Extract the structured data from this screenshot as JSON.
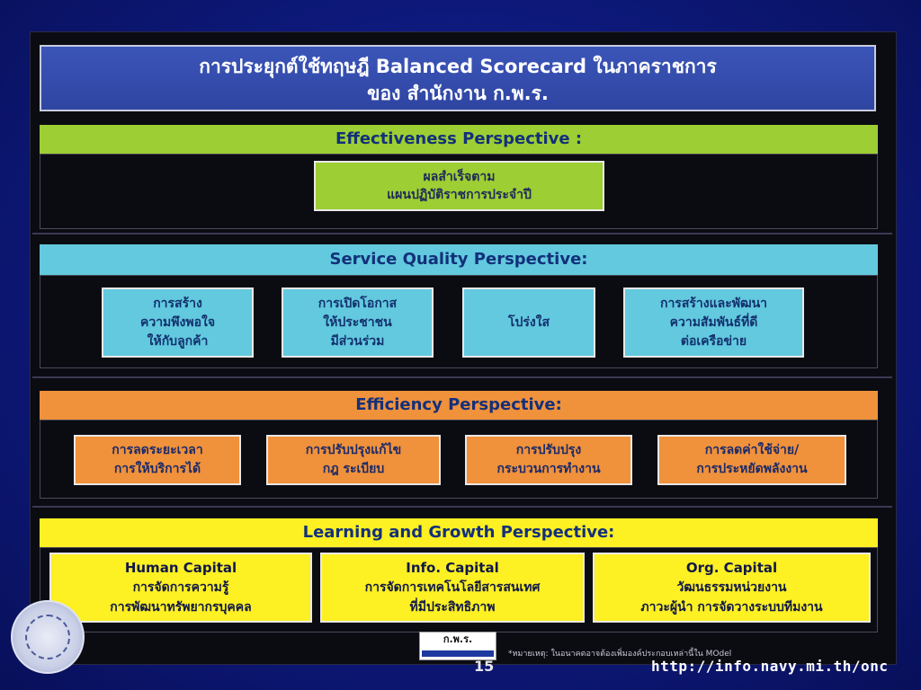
{
  "title": {
    "line1": "การประยุกต์ใช้ทฤษฎี Balanced Scorecard ในภาคราชการ",
    "line2": "ของ สำนักงาน ก.พ.ร."
  },
  "effectiveness": {
    "header": "Effectiveness Perspective :",
    "boxes": [
      {
        "lines": [
          "ผลสำเร็จตาม",
          "แผนปฏิบัติราชการประจำปี"
        ]
      }
    ]
  },
  "service_quality": {
    "header": "Service Quality Perspective:",
    "boxes": [
      {
        "lines": [
          "การสร้าง",
          "ความพึงพอใจ",
          "ให้กับลูกค้า"
        ]
      },
      {
        "lines": [
          "การเปิดโอกาส",
          "ให้ประชาชน",
          "มีส่วนร่วม"
        ]
      },
      {
        "lines": [
          "โปร่งใส"
        ]
      },
      {
        "lines": [
          "การสร้างและพัฒนา",
          "ความสัมพันธ์ที่ดี",
          "ต่อเครือข่าย"
        ]
      }
    ]
  },
  "efficiency": {
    "header": "Efficiency Perspective:",
    "boxes": [
      {
        "lines": [
          "การลดระยะเวลา",
          "การให้บริการได้"
        ]
      },
      {
        "lines": [
          "การปรับปรุงแก้ไข",
          "กฎ ระเบียบ"
        ]
      },
      {
        "lines": [
          "การปรับปรุง",
          "กระบวนการทำงาน"
        ]
      },
      {
        "lines": [
          "การลดค่าใช้จ่าย/",
          "การประหยัดพลังงาน"
        ]
      }
    ]
  },
  "learning_growth": {
    "header": "Learning and Growth Perspective:",
    "boxes": [
      {
        "lines": [
          "Human Capital",
          "การจัดการความรู้",
          "การพัฒนาทรัพยากรบุคคล"
        ]
      },
      {
        "lines": [
          "Info. Capital",
          "การจัดการเทคโนโลยีสารสนเทศ",
          "ที่มีประสิทธิภาพ"
        ]
      },
      {
        "lines": [
          "Org. Capital",
          "วัฒนธรรมหน่วยงาน",
          "ภาวะผู้นำ การจัดวางระบบทีมงาน"
        ]
      }
    ]
  },
  "stamp": {
    "label": "ก.พ.ร."
  },
  "footnote": "*หมายเหตุ: ในอนาคตอาจต้องเพิ่มองค์ประกอบเหล่านี้ใน MOdel",
  "page_number": "15",
  "url": "http://info.navy.mi.th/onc",
  "colors": {
    "effectiveness": "#9dce33",
    "service_quality": "#62c9de",
    "efficiency": "#f0913b",
    "learning_growth": "#fdf023",
    "title": "#3b55b8"
  }
}
